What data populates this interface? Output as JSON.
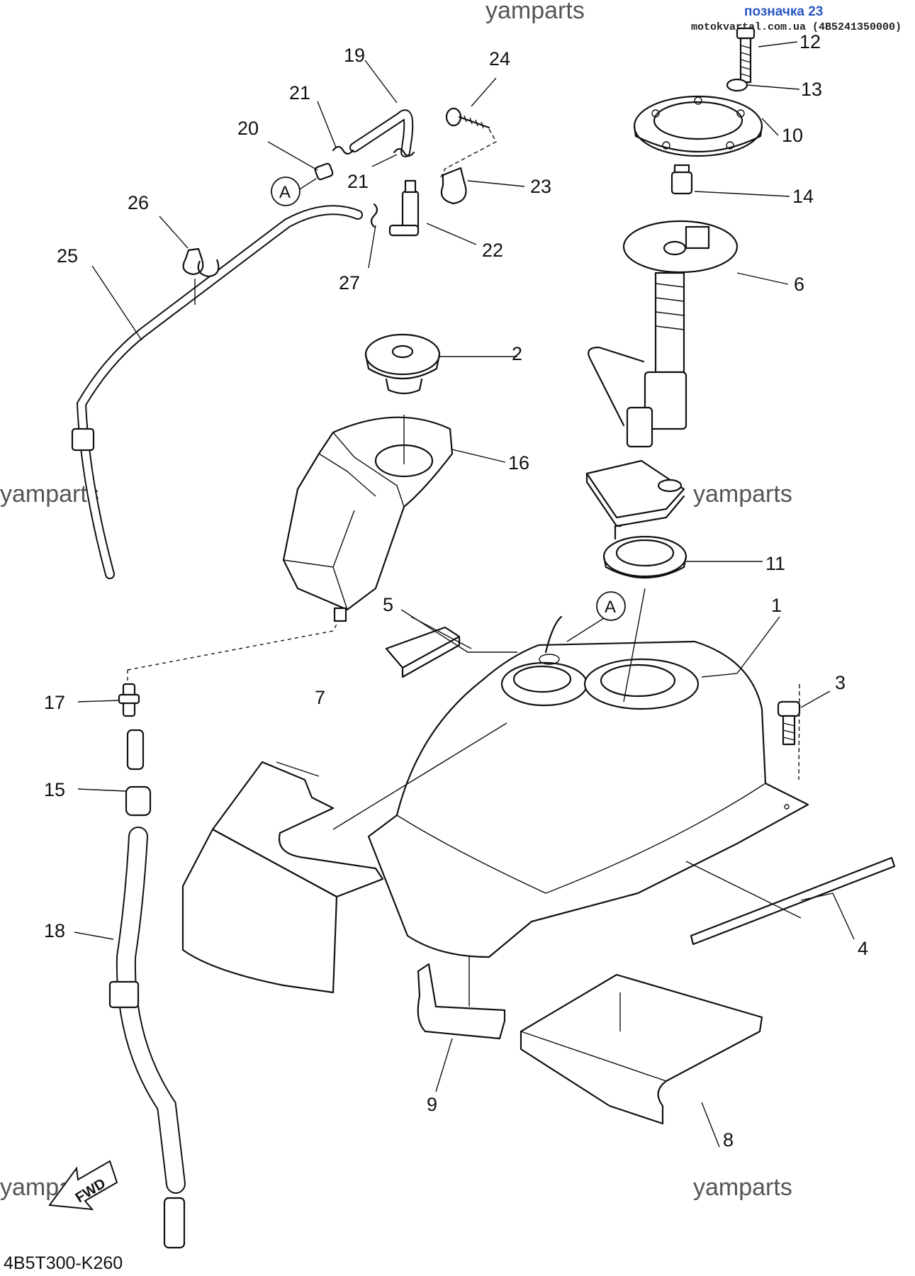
{
  "header": {
    "label": "позначка 23",
    "site": "motokvartal.com.ua (4B5241350000)"
  },
  "watermarks": [
    "yamparts",
    "yamparts",
    "yamparts",
    "yamparts",
    "yamparts",
    "yamparts"
  ],
  "diagram_code": "4B5T300-K260",
  "fwd_label": "FWD",
  "callouts": [
    "A",
    "A"
  ],
  "part_numbers": [
    "1",
    "2",
    "3",
    "4",
    "5",
    "6",
    "7",
    "8",
    "9",
    "10",
    "11",
    "12",
    "13",
    "14",
    "15",
    "16",
    "17",
    "18",
    "19",
    "20",
    "21",
    "21",
    "22",
    "23",
    "24",
    "25",
    "26",
    "27"
  ]
}
